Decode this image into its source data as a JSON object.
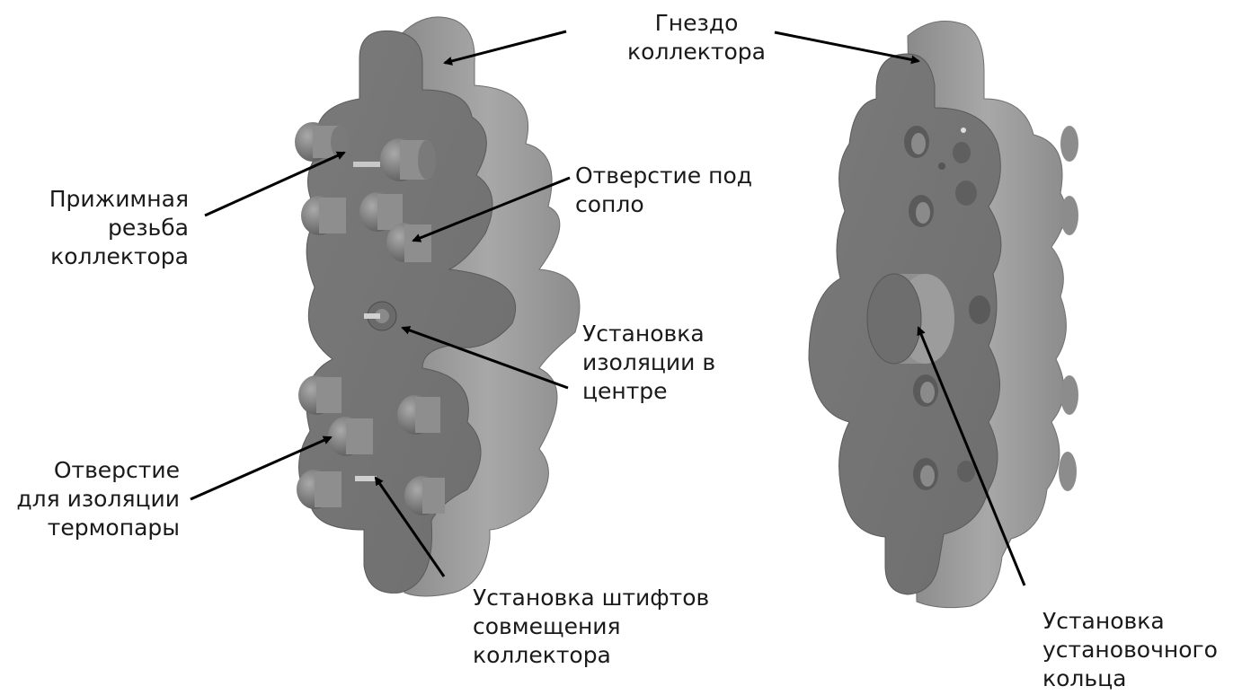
{
  "labels": {
    "gnezdo": [
      "Гнездо",
      "коллектора"
    ],
    "rezba": [
      "Прижимная",
      "резьба",
      "коллектора"
    ],
    "soplo": [
      "Отверстие под",
      "сопло"
    ],
    "izolyaciya_centr": [
      "Установка",
      "изоляции в",
      "центре"
    ],
    "termopara": [
      "Отверстие",
      "для изоляции",
      "термопары"
    ],
    "shtifty": [
      "Установка штифтов",
      "совмещения",
      "коллектора"
    ],
    "kolco": [
      "Установка",
      "установочного",
      "кольца"
    ]
  },
  "colors": {
    "part_face": "#7f7f7f",
    "part_side": "#9a9a9a",
    "part_dark": "#6a6a6a",
    "arrow": "#000000"
  }
}
